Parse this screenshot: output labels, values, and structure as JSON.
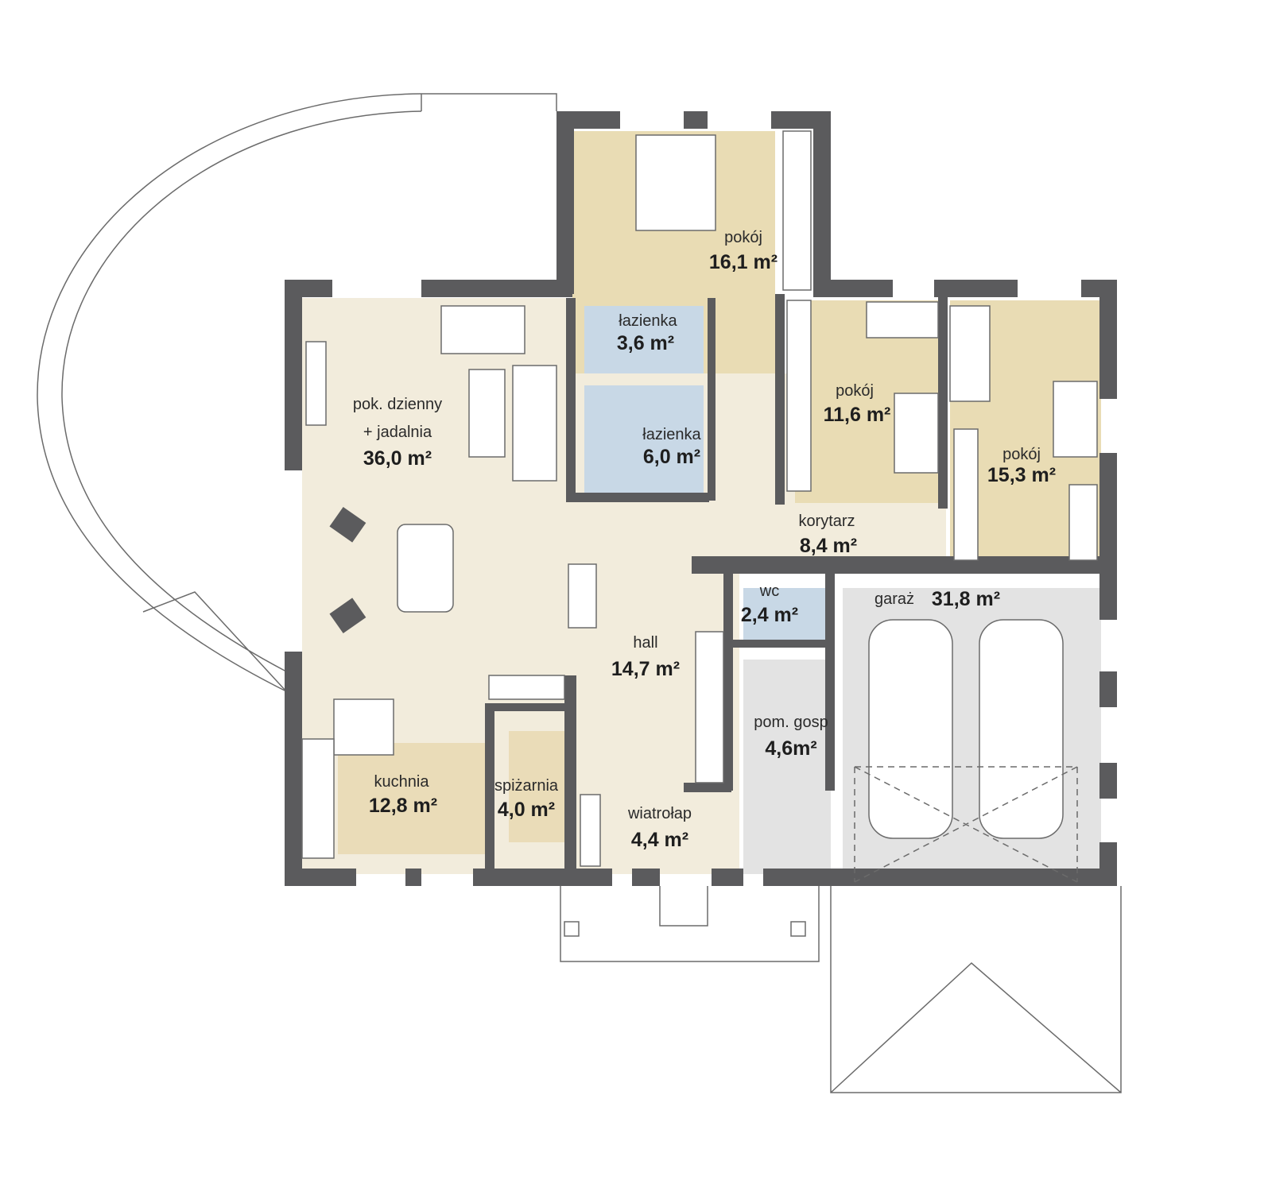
{
  "colors": {
    "wall": "#5b5b5d",
    "living_floor": "#f2ecdc",
    "bedroom_floor": "#e9dcb4",
    "bathroom_floor": "#c8d8e6",
    "garage_floor": "#e3e3e3",
    "kitchen_floor": "#eadcb8"
  },
  "rooms": [
    {
      "id": "bedroom-1",
      "label": "pokój",
      "area": "16,1 m²"
    },
    {
      "id": "bathroom-1",
      "label": "łazienka",
      "area": "3,6 m²"
    },
    {
      "id": "bathroom-2",
      "label": "łazienka",
      "area": "6,0 m²"
    },
    {
      "id": "living-dining",
      "label": "pok. dzienny",
      "label2": "+ jadalnia",
      "area": "36,0 m²"
    },
    {
      "id": "bedroom-2",
      "label": "pokój",
      "area": "11,6 m²"
    },
    {
      "id": "bedroom-3",
      "label": "pokój",
      "area": "15,3 m²"
    },
    {
      "id": "corridor",
      "label": "korytarz",
      "area": "8,4 m²"
    },
    {
      "id": "wc",
      "label": "wc",
      "area": "2,4 m²"
    },
    {
      "id": "garage",
      "label": "garaż",
      "area": "31,8  m²"
    },
    {
      "id": "hall",
      "label": "hall",
      "area": "14,7 m²"
    },
    {
      "id": "utility",
      "label": "pom. gosp",
      "area": "4,6m²"
    },
    {
      "id": "kitchen",
      "label": "kuchnia",
      "area": "12,8 m²"
    },
    {
      "id": "pantry",
      "label": "spiżarnia",
      "area": "4,0 m²"
    },
    {
      "id": "vestibule",
      "label": "wiatrołap",
      "area": "4,4 m²"
    }
  ]
}
